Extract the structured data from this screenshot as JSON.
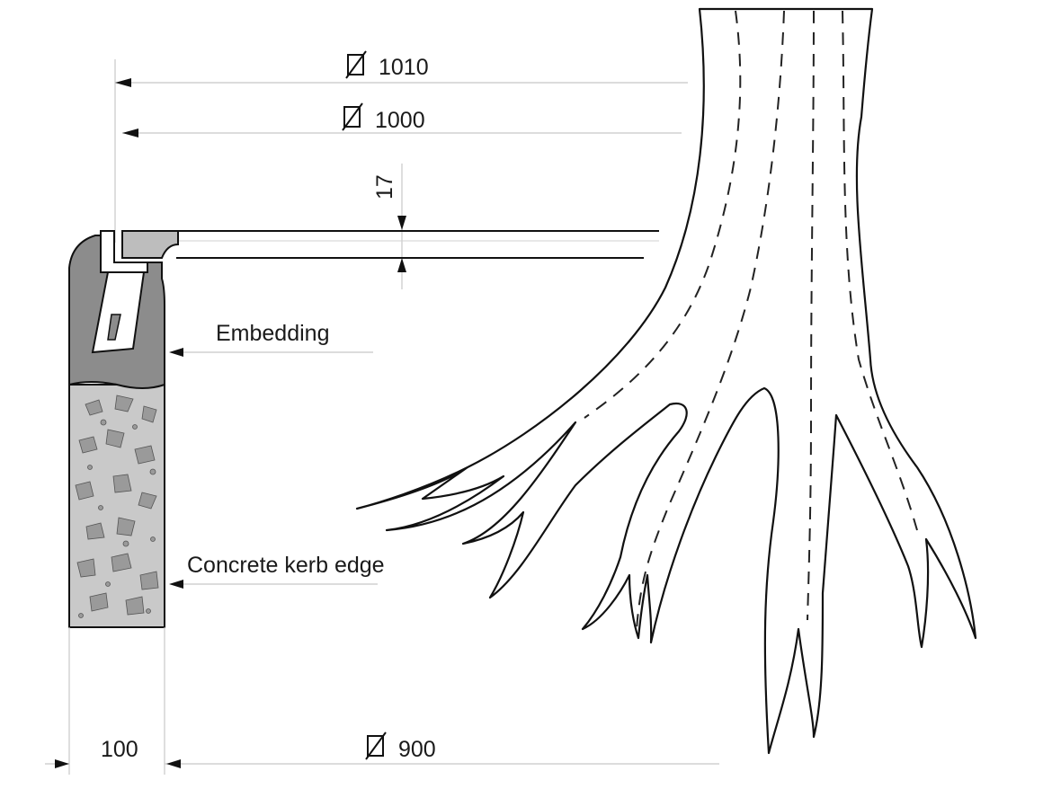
{
  "dimensions": {
    "outer_diameter": "1010",
    "inner_diameter": "1000",
    "height": "17",
    "kerb_width": "100",
    "opening_diameter": "900"
  },
  "labels": {
    "embedding": "Embedding",
    "kerb": "Concrete kerb edge"
  },
  "icons": {
    "diameter_symbol": "diameter-symbol-icon"
  },
  "colors": {
    "embedding_fill": "#8c8c8c",
    "concrete_fill": "#c9c9c9",
    "concrete_stone": "#9a9a9a",
    "grate_fill": "#bdbdbd",
    "line": "#111111"
  }
}
